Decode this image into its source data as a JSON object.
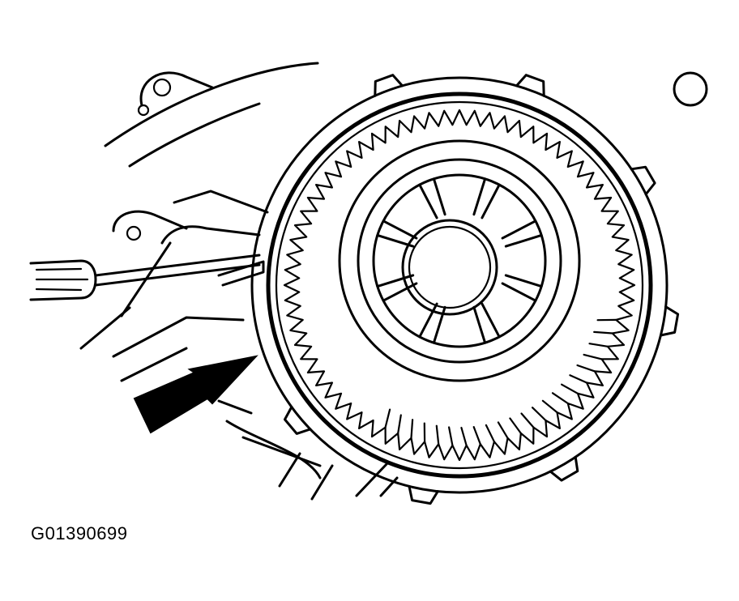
{
  "figure": {
    "id_label": "G01390699",
    "line_color": "#000000",
    "background": "#ffffff"
  },
  "parts": {
    "ring_gear_teeth": 72,
    "carrier_spokes": 8,
    "retaining_ring_lugs": 7,
    "callout": "arrow-icon",
    "tool": "screwdriver-icon"
  }
}
